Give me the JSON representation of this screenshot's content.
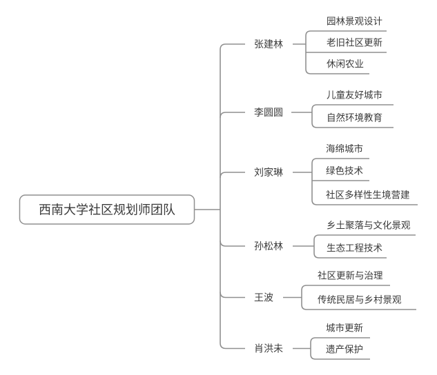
{
  "diagram": {
    "root_label": "西南大学社区规划师团队",
    "branches": [
      {
        "label": "张建林",
        "children": [
          "园林景观设计",
          "老旧社区更新",
          "休闲农业"
        ]
      },
      {
        "label": "李圆圆",
        "children": [
          "儿童友好城市",
          "自然环境教育"
        ]
      },
      {
        "label": "刘家琳",
        "children": [
          "海绵城市",
          "绿色技术",
          "社区多样性生境营建"
        ]
      },
      {
        "label": "孙松林",
        "children": [
          "乡土聚落与文化景观",
          "生态工程技术"
        ]
      },
      {
        "label": "王波",
        "children": [
          "社区更新与治理",
          "传统民居与乡村景观"
        ]
      },
      {
        "label": "肖洪未",
        "children": [
          "城市更新",
          "遗产保护"
        ]
      }
    ]
  },
  "colors": {
    "line": "#8f8f8f",
    "text": "#3a3a3a",
    "background": "#ffffff",
    "node_fill": "#ffffff"
  }
}
